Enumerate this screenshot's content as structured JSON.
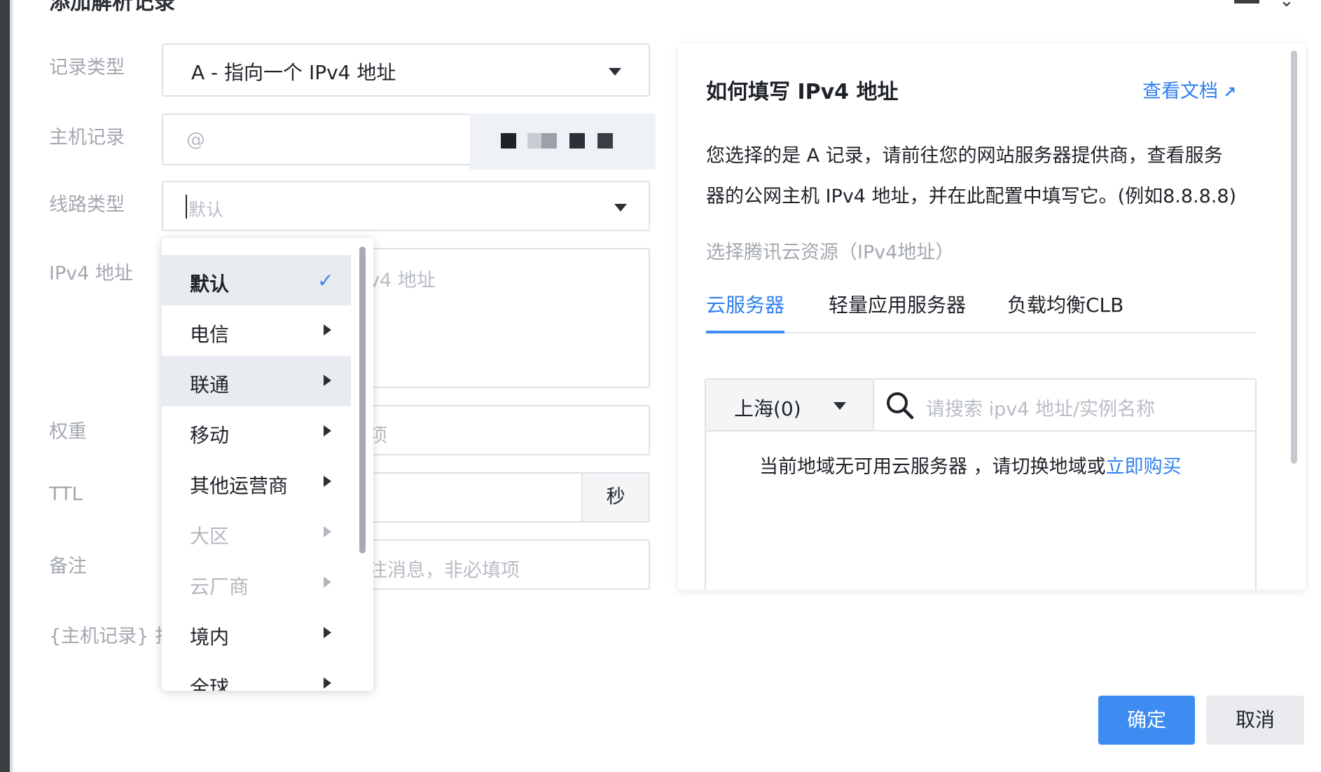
{
  "dialog": {
    "title_fragment": "添加解析记录"
  },
  "form": {
    "labels": {
      "record_type": "记录类型",
      "host": "主机记录",
      "line": "线路类型",
      "ipv4": "IPv4 地址",
      "weight": "权重",
      "ttl": "TTL",
      "remark": "备注"
    },
    "record_type_value": "A - 指向一个 IPv4 地址",
    "host_placeholder": "@",
    "line_placeholder": "默认",
    "ipv4_placeholder_fragment": "v4 地址",
    "weight_placeholder_fragment": "项",
    "ttl_suffix": "秒",
    "remark_placeholder_fragment": "注消息，非必填项",
    "hint_fragment": "{主机记录} 打"
  },
  "line_menu": {
    "items": [
      {
        "label": "默认",
        "selected": true,
        "disabled": false
      },
      {
        "label": "电信",
        "selected": false,
        "disabled": false
      },
      {
        "label": "联通",
        "selected": false,
        "disabled": false
      },
      {
        "label": "移动",
        "selected": false,
        "disabled": false
      },
      {
        "label": "其他运营商",
        "selected": false,
        "disabled": false
      },
      {
        "label": "大区",
        "selected": false,
        "disabled": true
      },
      {
        "label": "云厂商",
        "selected": false,
        "disabled": true
      },
      {
        "label": "境内",
        "selected": false,
        "disabled": false
      },
      {
        "label": "全球",
        "selected": false,
        "disabled": false
      }
    ]
  },
  "help_panel": {
    "title": "如何填写 IPv4 地址",
    "doc_link": "查看文档",
    "desc_line1": "您选择的是 A 记录，请前往您的网站服务器提供商，查看服务",
    "desc_line2": "器的公网主机 IPv4 地址，并在此配置中填写它。(例如8.8.8.8)",
    "resource_label": "选择腾讯云资源（IPv4地址）",
    "tabs": [
      "云服务器",
      "轻量应用服务器",
      "负载均衡CLB"
    ],
    "region_value": "上海(0)",
    "search_placeholder": "请搜索 ipv4 地址/实例名称",
    "empty_text": "当前地域无可用云服务器 ，请切换地域或",
    "buy_link": "立即购买"
  },
  "actions": {
    "confirm": "确定",
    "cancel": "取消"
  },
  "colors": {
    "accent": "#3d8cf2",
    "link": "#2f80ed",
    "label_gray": "#a3a8b0"
  }
}
